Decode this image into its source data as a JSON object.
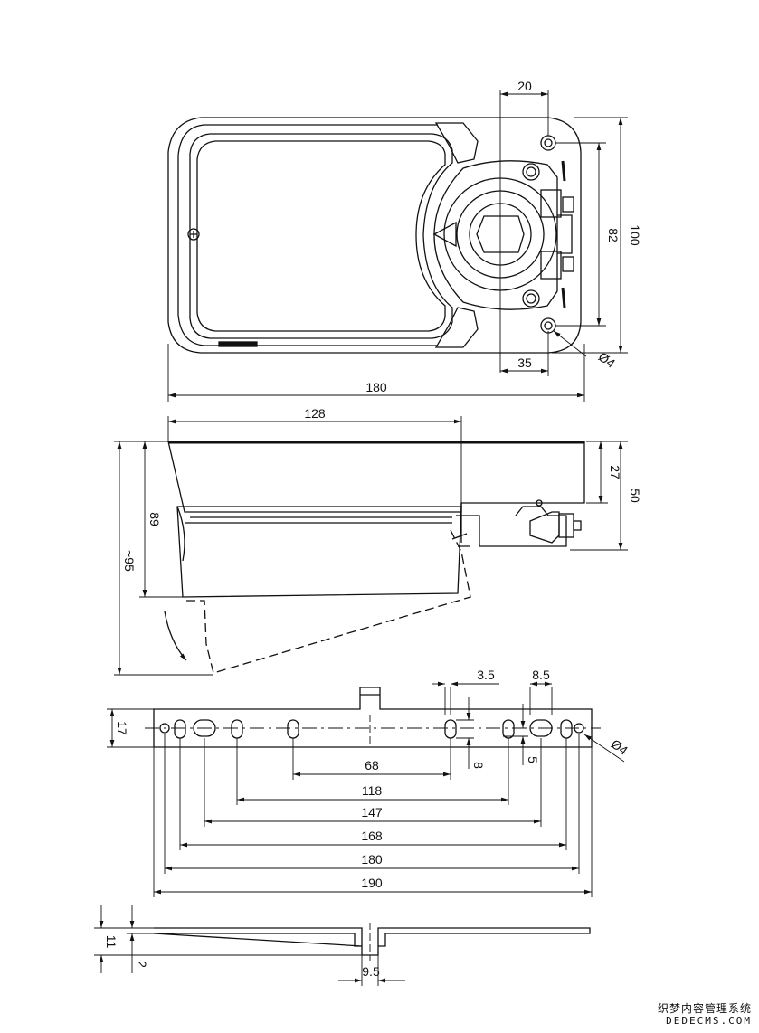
{
  "dimensions": {
    "top_view": {
      "dim_20": "20",
      "dim_100": "100",
      "dim_82": "82",
      "dim_35": "35",
      "dim_phi4": "Ø4",
      "dim_180": "180"
    },
    "side_view": {
      "dim_128": "128",
      "dim_27": "27",
      "dim_50": "50",
      "dim_89": "89",
      "dim_95": "~95"
    },
    "bracket_view": {
      "dim_3_5": "3.5",
      "dim_8_5": "8.5",
      "dim_17": "17",
      "dim_phi4": "Ø4",
      "dim_68": "68",
      "dim_8": "8",
      "dim_5": "5",
      "dim_118": "118",
      "dim_147": "147",
      "dim_168": "168",
      "dim_180": "180",
      "dim_190": "190"
    },
    "profile_view": {
      "dim_11": "11",
      "dim_2": "2",
      "dim_9_5": "9.5"
    }
  },
  "watermark": {
    "line1": "织梦内容管理系统",
    "line2": "DEDECMS.COM"
  }
}
